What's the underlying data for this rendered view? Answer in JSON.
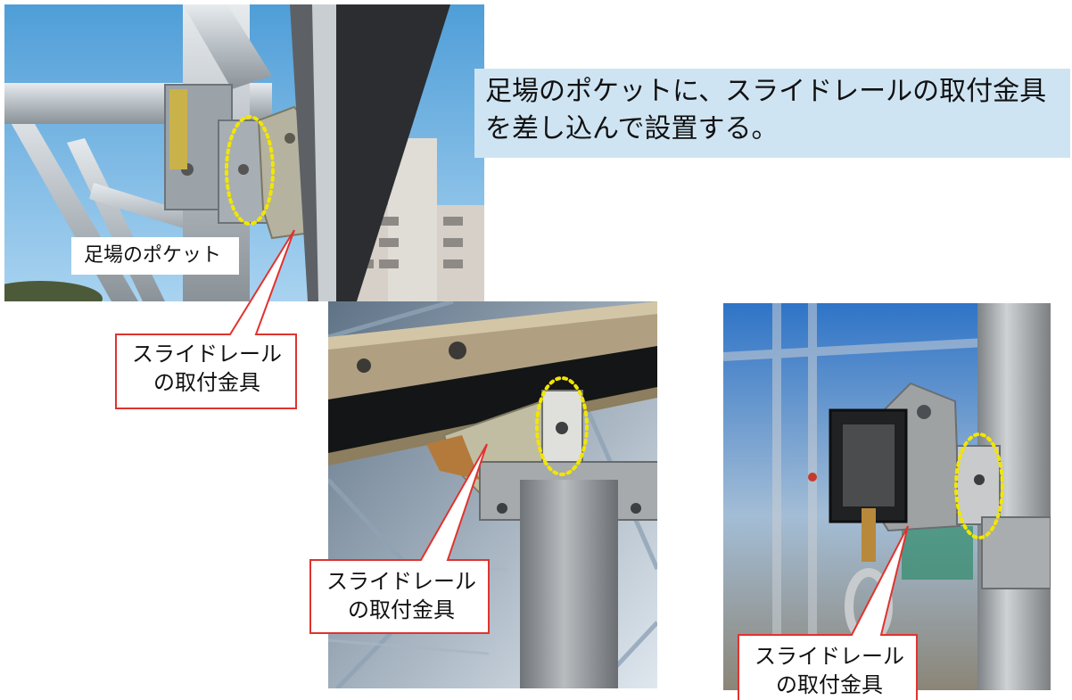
{
  "headline": {
    "line1": "足場のポケットに、スライドレールの取付金具",
    "line2": "を差し込んで設置する。"
  },
  "photo1": {
    "label": "足場のポケット"
  },
  "callouts": {
    "c1": {
      "line1": "スライドレール",
      "line2": "の取付金具"
    },
    "c2": {
      "line1": "スライドレール",
      "line2": "の取付金具"
    },
    "c3": {
      "line1": "スライドレール",
      "line2": "の取付金具"
    }
  },
  "colors": {
    "sky": "#7fb8e6",
    "steel": "#b9c0c6",
    "rail": "#1e1f22",
    "highlight": "#f2e600",
    "callout_border": "#e0332f",
    "headline_bg": "#cfe4f2"
  }
}
